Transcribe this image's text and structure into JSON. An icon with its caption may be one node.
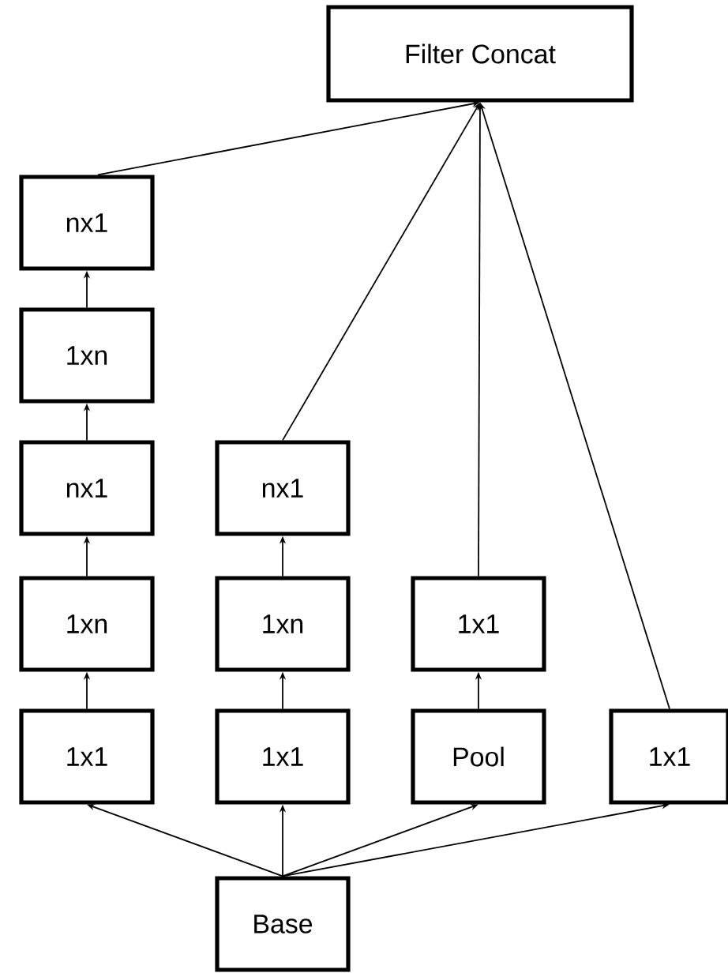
{
  "diagram": {
    "nodes": [
      {
        "text": [
          "Filter Concat"
        ]
      },
      {
        "text": [
          "nx1"
        ]
      },
      {
        "text": [
          "1xn"
        ]
      },
      {
        "text": [
          "nx1"
        ]
      },
      {
        "text": [
          "1xn"
        ]
      },
      {
        "text": [
          "1x1"
        ]
      },
      {
        "text": [
          "nx1"
        ]
      },
      {
        "text": [
          "1xn"
        ]
      },
      {
        "text": [
          "1x1"
        ]
      },
      {
        "text": [
          "1x1"
        ]
      },
      {
        "text": [
          "Pool"
        ]
      },
      {
        "text": [
          "1x1"
        ]
      },
      {
        "text": [
          "Base"
        ]
      }
    ],
    "edges": [
      {
        "from": 12,
        "to": 5,
        "arrow": "to"
      },
      {
        "from": 12,
        "to": 8,
        "arrow": "to"
      },
      {
        "from": 12,
        "to": 10,
        "arrow": "to"
      },
      {
        "from": 12,
        "to": 11,
        "arrow": "to"
      },
      {
        "from": 5,
        "to": 4,
        "arrow": "to"
      },
      {
        "from": 4,
        "to": 3,
        "arrow": "to"
      },
      {
        "from": 3,
        "to": 2,
        "arrow": "to"
      },
      {
        "from": 2,
        "to": 1,
        "arrow": "to"
      },
      {
        "from": 1,
        "to": 0,
        "arrow": "to"
      },
      {
        "from": 8,
        "to": 7,
        "arrow": "to"
      },
      {
        "from": 7,
        "to": 6,
        "arrow": "to"
      },
      {
        "from": 6,
        "to": 0,
        "arrow": "to"
      },
      {
        "from": 10,
        "to": 9,
        "arrow": "to"
      },
      {
        "from": 9,
        "to": 0,
        "arrow": "to"
      },
      {
        "from": 11,
        "to": 0,
        "arrow": "to"
      }
    ]
  }
}
